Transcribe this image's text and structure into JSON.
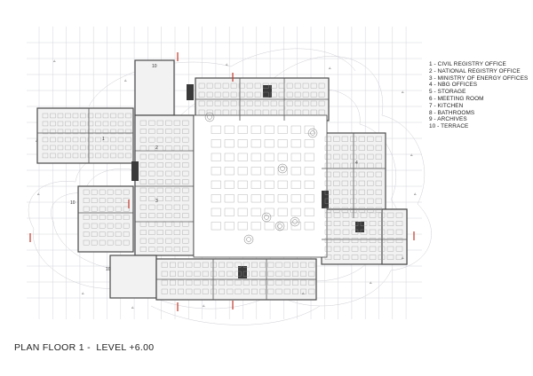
{
  "drawing": {
    "title": "PLAN FLOOR 1 -  LEVEL +6.00",
    "legend": [
      "1 - CIVIL REGISTRY OFFICE",
      "2 - NATIONAL REGISTRY OFFICE",
      "3 - MINISTRY OF ENERGY OFFICES",
      "4 - NBG OFFICES",
      "5 - STORAGE",
      "6 - MEETING ROOM",
      "7 - KITCHEN",
      "8 - BATHROOMS",
      "9 - ARCHIVES",
      "10 - TERRACE"
    ]
  },
  "room_labels": {
    "terrace_top": "10",
    "terrace_left": "10",
    "terrace_bottom": "10",
    "office_left_wing": "1",
    "office_mid_a": "2",
    "office_mid_b": "3",
    "office_right_wing": "4"
  }
}
